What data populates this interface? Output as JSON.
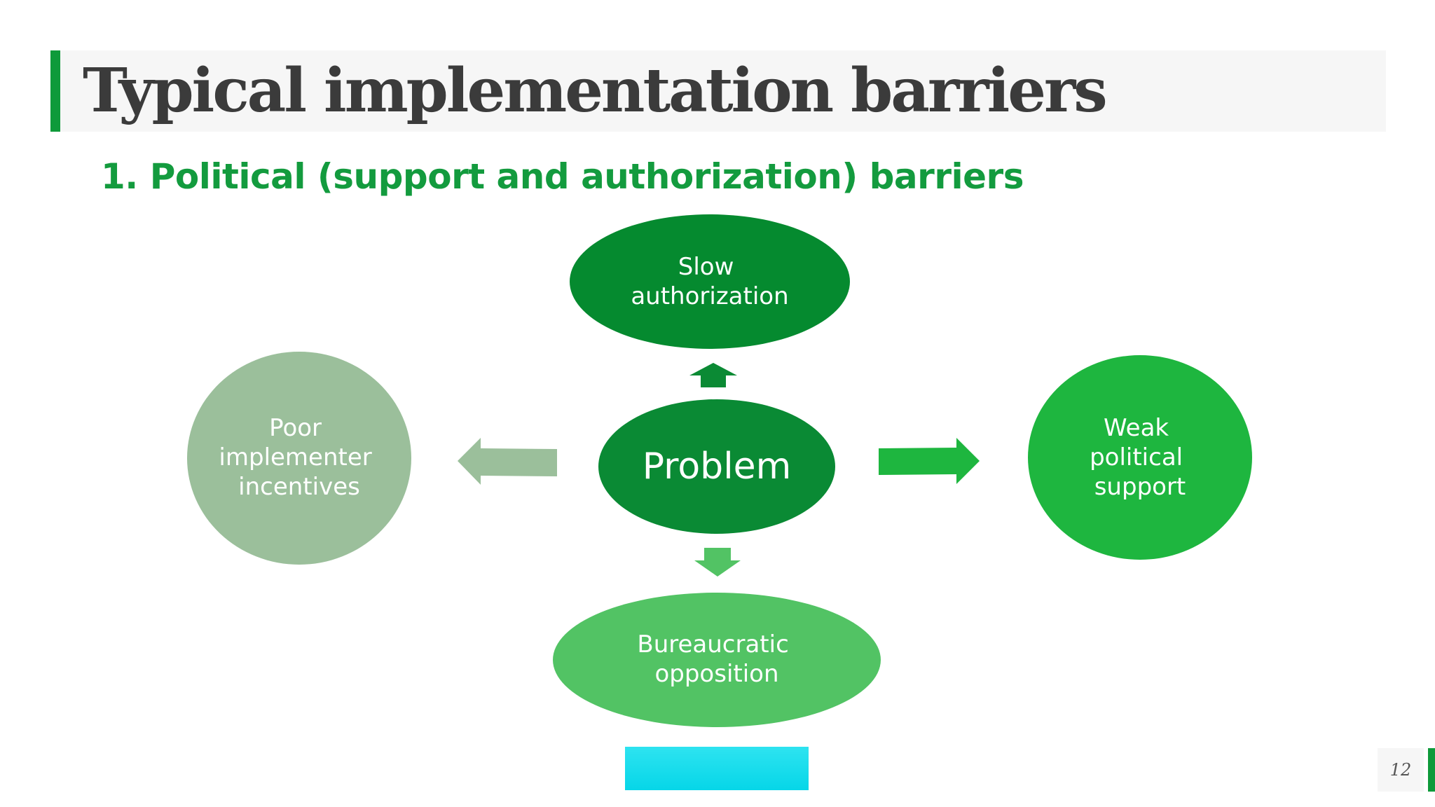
{
  "slide": {
    "title": "Typical implementation barriers",
    "subtitle": "1. Political (support and authorization) barriers",
    "page_number": "12"
  },
  "diagram": {
    "center": {
      "label": "Problem",
      "color": "#0a8a34"
    },
    "nodes": {
      "top": {
        "lines": [
          "Slow",
          "authorization"
        ],
        "color": "#058a2f"
      },
      "bottom": {
        "lines": [
          "Bureaucratic",
          "opposition"
        ],
        "color": "#52c364"
      },
      "left": {
        "lines": [
          "Poor",
          "implementer",
          "incentives"
        ],
        "color": "#9bbf9b"
      },
      "right": {
        "lines": [
          "Weak",
          "political",
          "support"
        ],
        "color": "#1eb63f"
      }
    },
    "arrow_colors": {
      "up": "#0b8a34",
      "down": "#52c364",
      "left": "#9bbf9b",
      "right": "#1eb63f"
    }
  },
  "colors": {
    "accent_green": "#0e9a3a",
    "subtitle_green": "#139b3e",
    "cyan_box": "#0ad8ea"
  }
}
